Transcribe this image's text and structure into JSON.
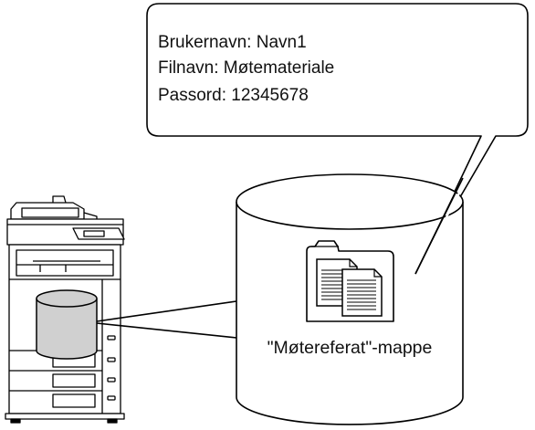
{
  "callout": {
    "username_line": "Brukernavn: Navn1",
    "filename_line": "Filnavn: Møtemateriale",
    "password_line": "Passord: 12345678"
  },
  "storage": {
    "folder_label": "\"Møtereferat\"-mappe"
  },
  "colors": {
    "outline": "#000000",
    "mfp_body": "#ffffff",
    "mfp_hdd_fill": "#d0d0d0",
    "cylinder_fill": "#ffffff"
  }
}
